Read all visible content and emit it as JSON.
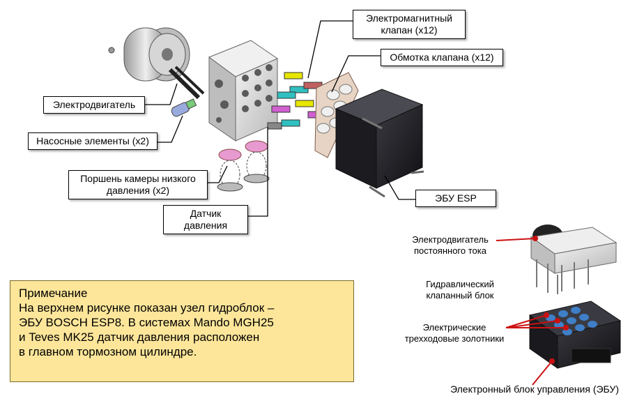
{
  "callouts": {
    "solenoid_valve": "Электромагнитный\nклапан (x12)",
    "valve_coil": "Обмотка клапана (x12)",
    "motor": "Электродвигатель",
    "pump_elements": "Насосные элементы (x2)",
    "piston": "Поршень камеры низкого\nдавления (x2)",
    "pressure_sensor": "Датчик\nдавления",
    "ecu_esp": "ЭБУ ESP"
  },
  "assembly_labels": {
    "dc_motor": "Электродвигатель\nпостоянного тока",
    "hydraulic_block": "Гидравлический\nклапанный блок",
    "spool_valves": "Электрические\nтрехходовые золотники",
    "ecu": "Электронный блок управления (ЭБУ)"
  },
  "note": {
    "title": "Примечание",
    "body": "На верхнем рисунке показан узел гидроблок –\nЭБУ BOSCH ESP8. В системах Mando MGH25\nи Teves MK25 датчик давления расположен\nв главном тормозном цилиндре."
  },
  "colors": {
    "note_bg": "#fde69a",
    "leader_red": "#cc1111",
    "ecu_body": "#1e1e22",
    "valve_block": "#d9d9d9"
  }
}
